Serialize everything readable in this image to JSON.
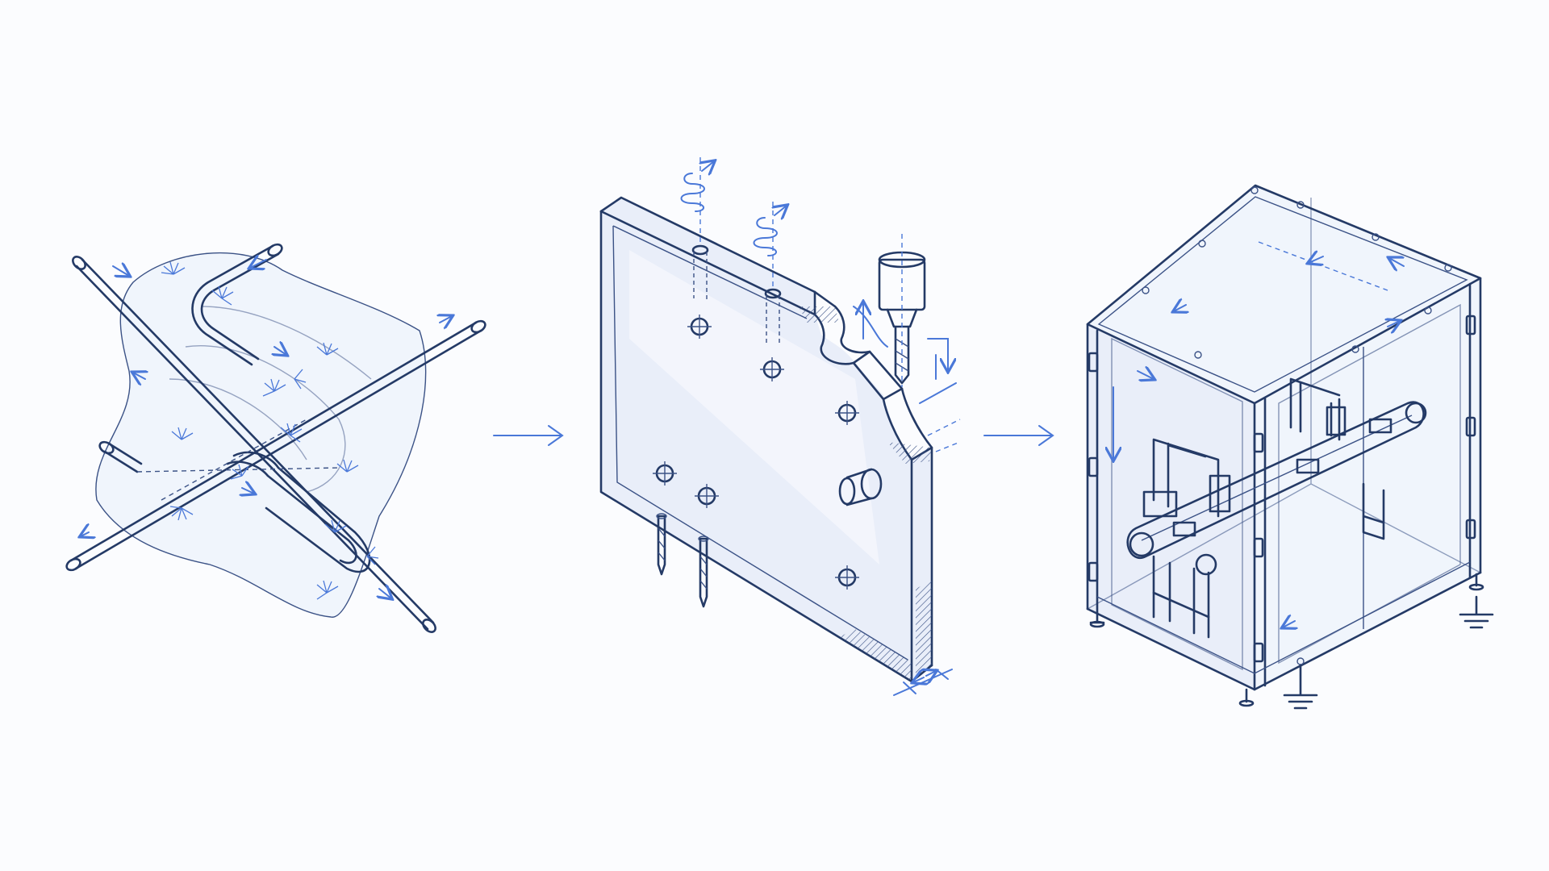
{
  "colors": {
    "background": "#fbfcfe",
    "ink": "#243a66",
    "accent_blue": "#4a78d8",
    "glass_fill": "#e3eaf7"
  },
  "steps": [
    {
      "name": "welded-tube-frame",
      "icon": "weld-frame-icon"
    },
    {
      "name": "machined-plate",
      "icon": "cnc-plate-icon"
    },
    {
      "name": "enclosed-machine",
      "icon": "machine-enclosure-icon"
    }
  ],
  "arrows": [
    {
      "from": "welded-tube-frame",
      "to": "machined-plate"
    },
    {
      "from": "machined-plate",
      "to": "enclosed-machine"
    }
  ]
}
